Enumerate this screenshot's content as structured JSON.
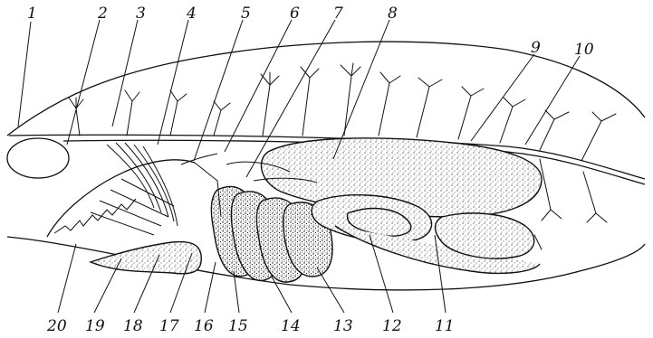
{
  "labels": {
    "top": [
      "1",
      "2",
      "3",
      "4",
      "5",
      "6",
      "7",
      "8",
      "9",
      "10"
    ],
    "bottom": [
      "20",
      "19",
      "18",
      "17",
      "16",
      "15",
      "14",
      "13",
      "12",
      "11"
    ]
  }
}
